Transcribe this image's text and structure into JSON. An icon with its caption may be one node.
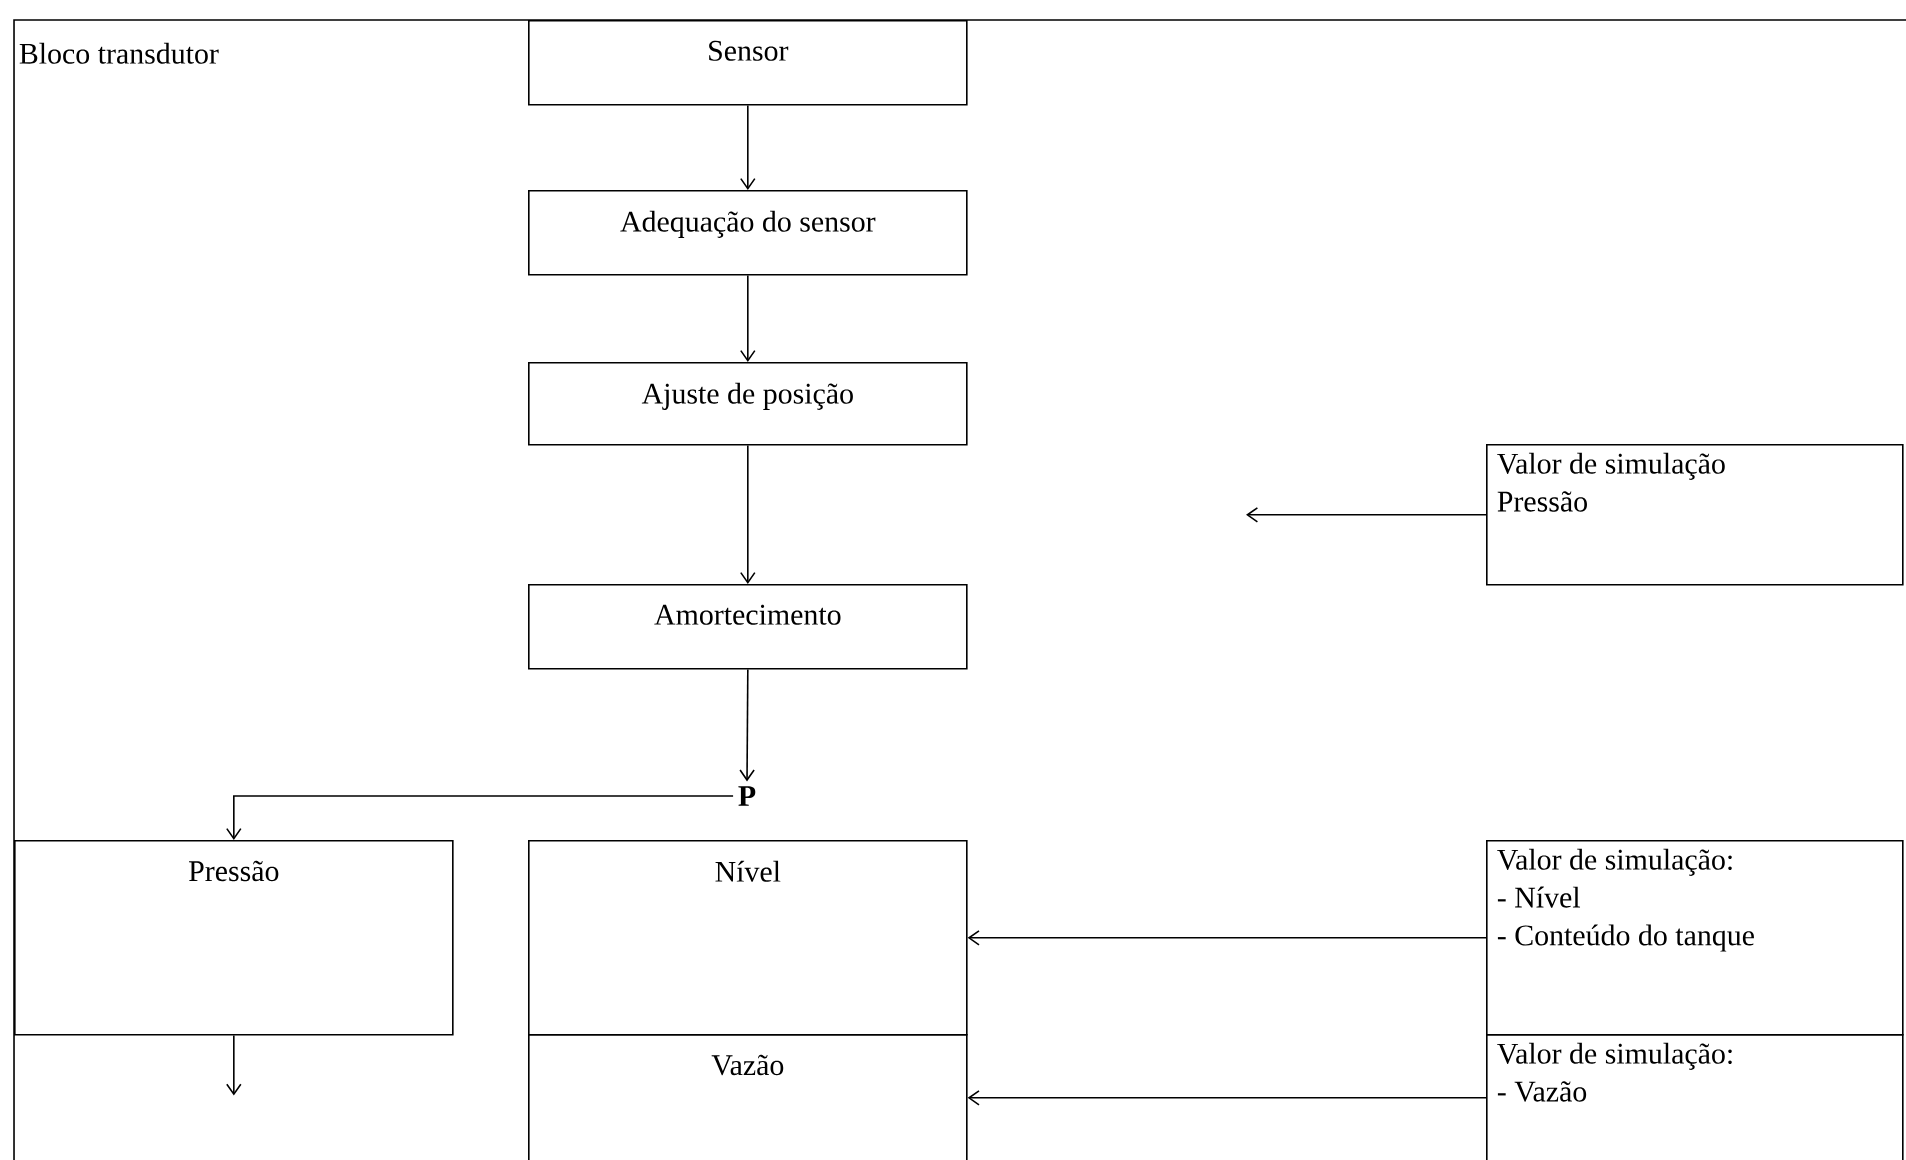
{
  "diagram": {
    "nodes": [
      {
        "text": [
          "Bloco transdutor"
        ]
      },
      {
        "text": [
          "Sensor"
        ],
        "in": 0
      },
      {
        "text": [
          "Adequação do sensor"
        ],
        "in": 0
      },
      {
        "text": [
          "Ajuste de posição"
        ],
        "in": 0
      },
      {
        "text": [
          "Valor de simulação",
          "Pressão"
        ],
        "in": 0
      },
      {
        "text": [
          "Amortecimento"
        ],
        "in": 0
      },
      {
        "text": [
          "P"
        ],
        "in": 0
      },
      {
        "text": [
          "Pressão"
        ],
        "in": 0
      },
      {
        "text": [
          "Nível"
        ],
        "in": 0
      },
      {
        "text": [
          "Valor de simulação:",
          "- Nível",
          "- Conteúdo do tanque"
        ],
        "in": 0
      },
      {
        "text": [
          "Vazão"
        ],
        "in": 0
      },
      {
        "text": [
          "Valor de simulação:",
          "- Vazão"
        ],
        "in": 0
      }
    ],
    "edges": [
      {
        "from": 1,
        "to": 2,
        "arrow": "to"
      },
      {
        "from": 2,
        "to": 3,
        "arrow": "to"
      },
      {
        "from": 3,
        "to": 5,
        "arrow": "to"
      },
      {
        "from": 4,
        "to": null,
        "arrow": "to"
      },
      {
        "from": 5,
        "to": 6,
        "arrow": "to"
      },
      {
        "from": 6,
        "to": 7,
        "arrow": "to"
      },
      {
        "from": 9,
        "to": 8,
        "arrow": "to"
      },
      {
        "from": 7,
        "to": null,
        "arrow": "to"
      },
      {
        "from": 11,
        "to": 10,
        "arrow": "to"
      }
    ]
  }
}
